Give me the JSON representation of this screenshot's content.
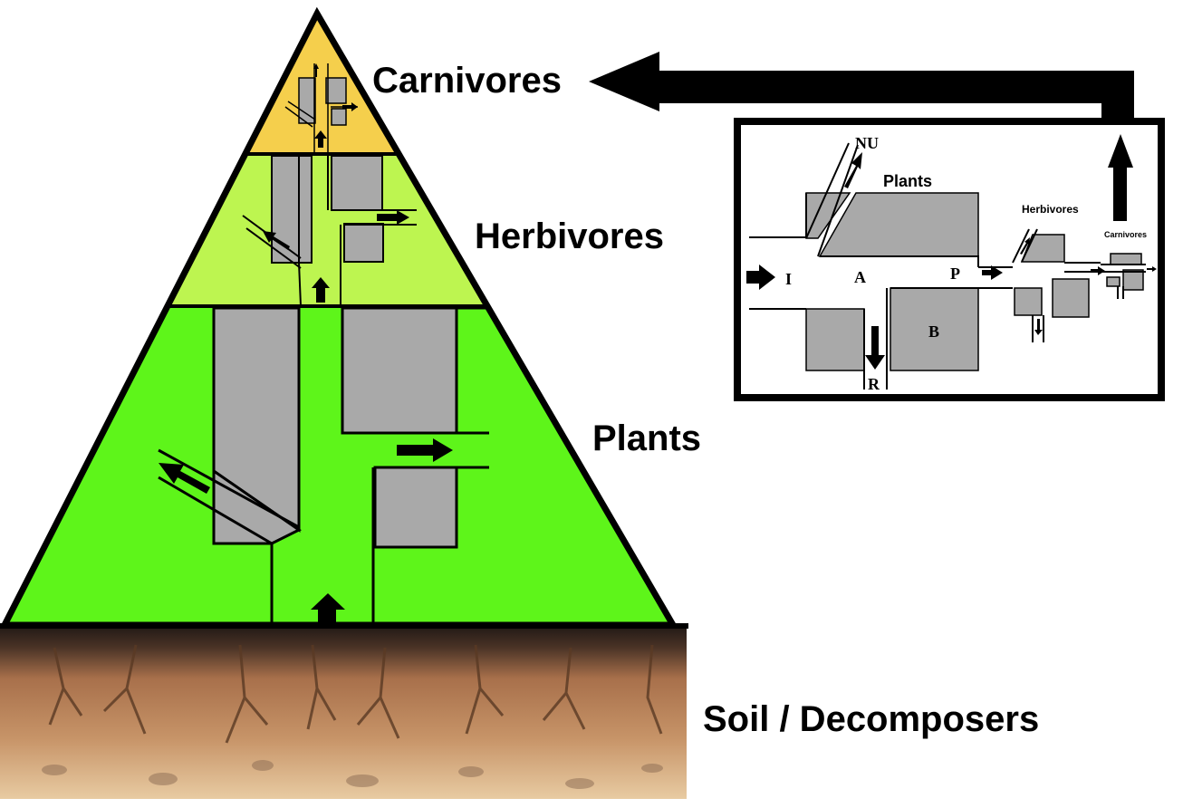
{
  "pyramid": {
    "levels": [
      {
        "label": "Carnivores",
        "color": "#f5cf4c"
      },
      {
        "label": "Herbivores",
        "color": "#bdf550"
      },
      {
        "label": "Plants",
        "color": "#5ef51a"
      }
    ],
    "base_label": "Soil / Decomposers",
    "soil_colors": {
      "top": "#2b211c",
      "mid": "#b07a55",
      "bottom": "#e6c79e"
    }
  },
  "inset": {
    "plants": "Plants",
    "herbivores": "Herbivores",
    "carnivores": "Carnivores",
    "nu": "NU",
    "i": "I",
    "a": "A",
    "p": "P",
    "b": "B",
    "r": "R"
  },
  "colors": {
    "compartment": "#a9a9a9",
    "arrow": "#000000"
  }
}
